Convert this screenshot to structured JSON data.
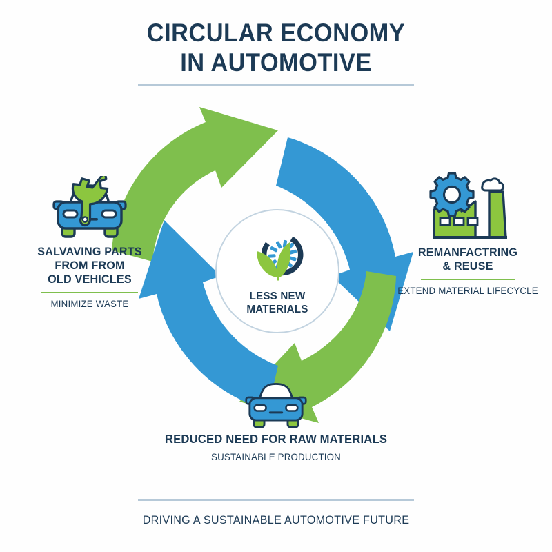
{
  "header": {
    "title_line1": "CIRCULAR ECONOMY",
    "title_line2": "IN AUTOMOTIVE"
  },
  "center": {
    "label_line1": "LESS NEW",
    "label_line2": "MATERIALS",
    "icon": "leaf-sun-circle-icon"
  },
  "nodes": [
    {
      "id": "salvaging",
      "icon": "car-with-wrench-icon",
      "title_line1": "SALVAVING PARTS",
      "title_line2": "FROM FROM",
      "title_line3": "OLD VEHICLES",
      "subtitle": "MINIMIZE WASTE"
    },
    {
      "id": "remanufacturing",
      "icon": "factory-with-gear-icon",
      "title_line1": "REMANFACTRING",
      "title_line2": "& REUSE",
      "subtitle": "EXTEND MATERIAL LIFECYCLE"
    },
    {
      "id": "raw-materials",
      "icon": "car-front-icon",
      "title_line1": "REDUCED NEED FOR RAW MATERIALS",
      "subtitle": "SUSTAINABLE PRODUCTION"
    }
  ],
  "arrows": [
    {
      "id": "arrow-top-left",
      "color": "#7fbf4d",
      "direction": "clockwise-top-left-to-top"
    },
    {
      "id": "arrow-top-right",
      "color": "#3498d4",
      "direction": "clockwise-top-to-right"
    },
    {
      "id": "arrow-bottom-right",
      "color": "#7fbf4d",
      "direction": "clockwise-right-to-bottom"
    },
    {
      "id": "arrow-bottom-left",
      "color": "#3498d4",
      "direction": "clockwise-bottom-to-left"
    }
  ],
  "footer": {
    "tagline": "DRIVING A SUSTAINABLE AUTOMOTIVE FUTURE"
  },
  "colors": {
    "navy": "#1c3a55",
    "green": "#7fbf4d",
    "blue": "#3498d4",
    "rule": "#b6c9d8",
    "background": "#fefefe"
  }
}
